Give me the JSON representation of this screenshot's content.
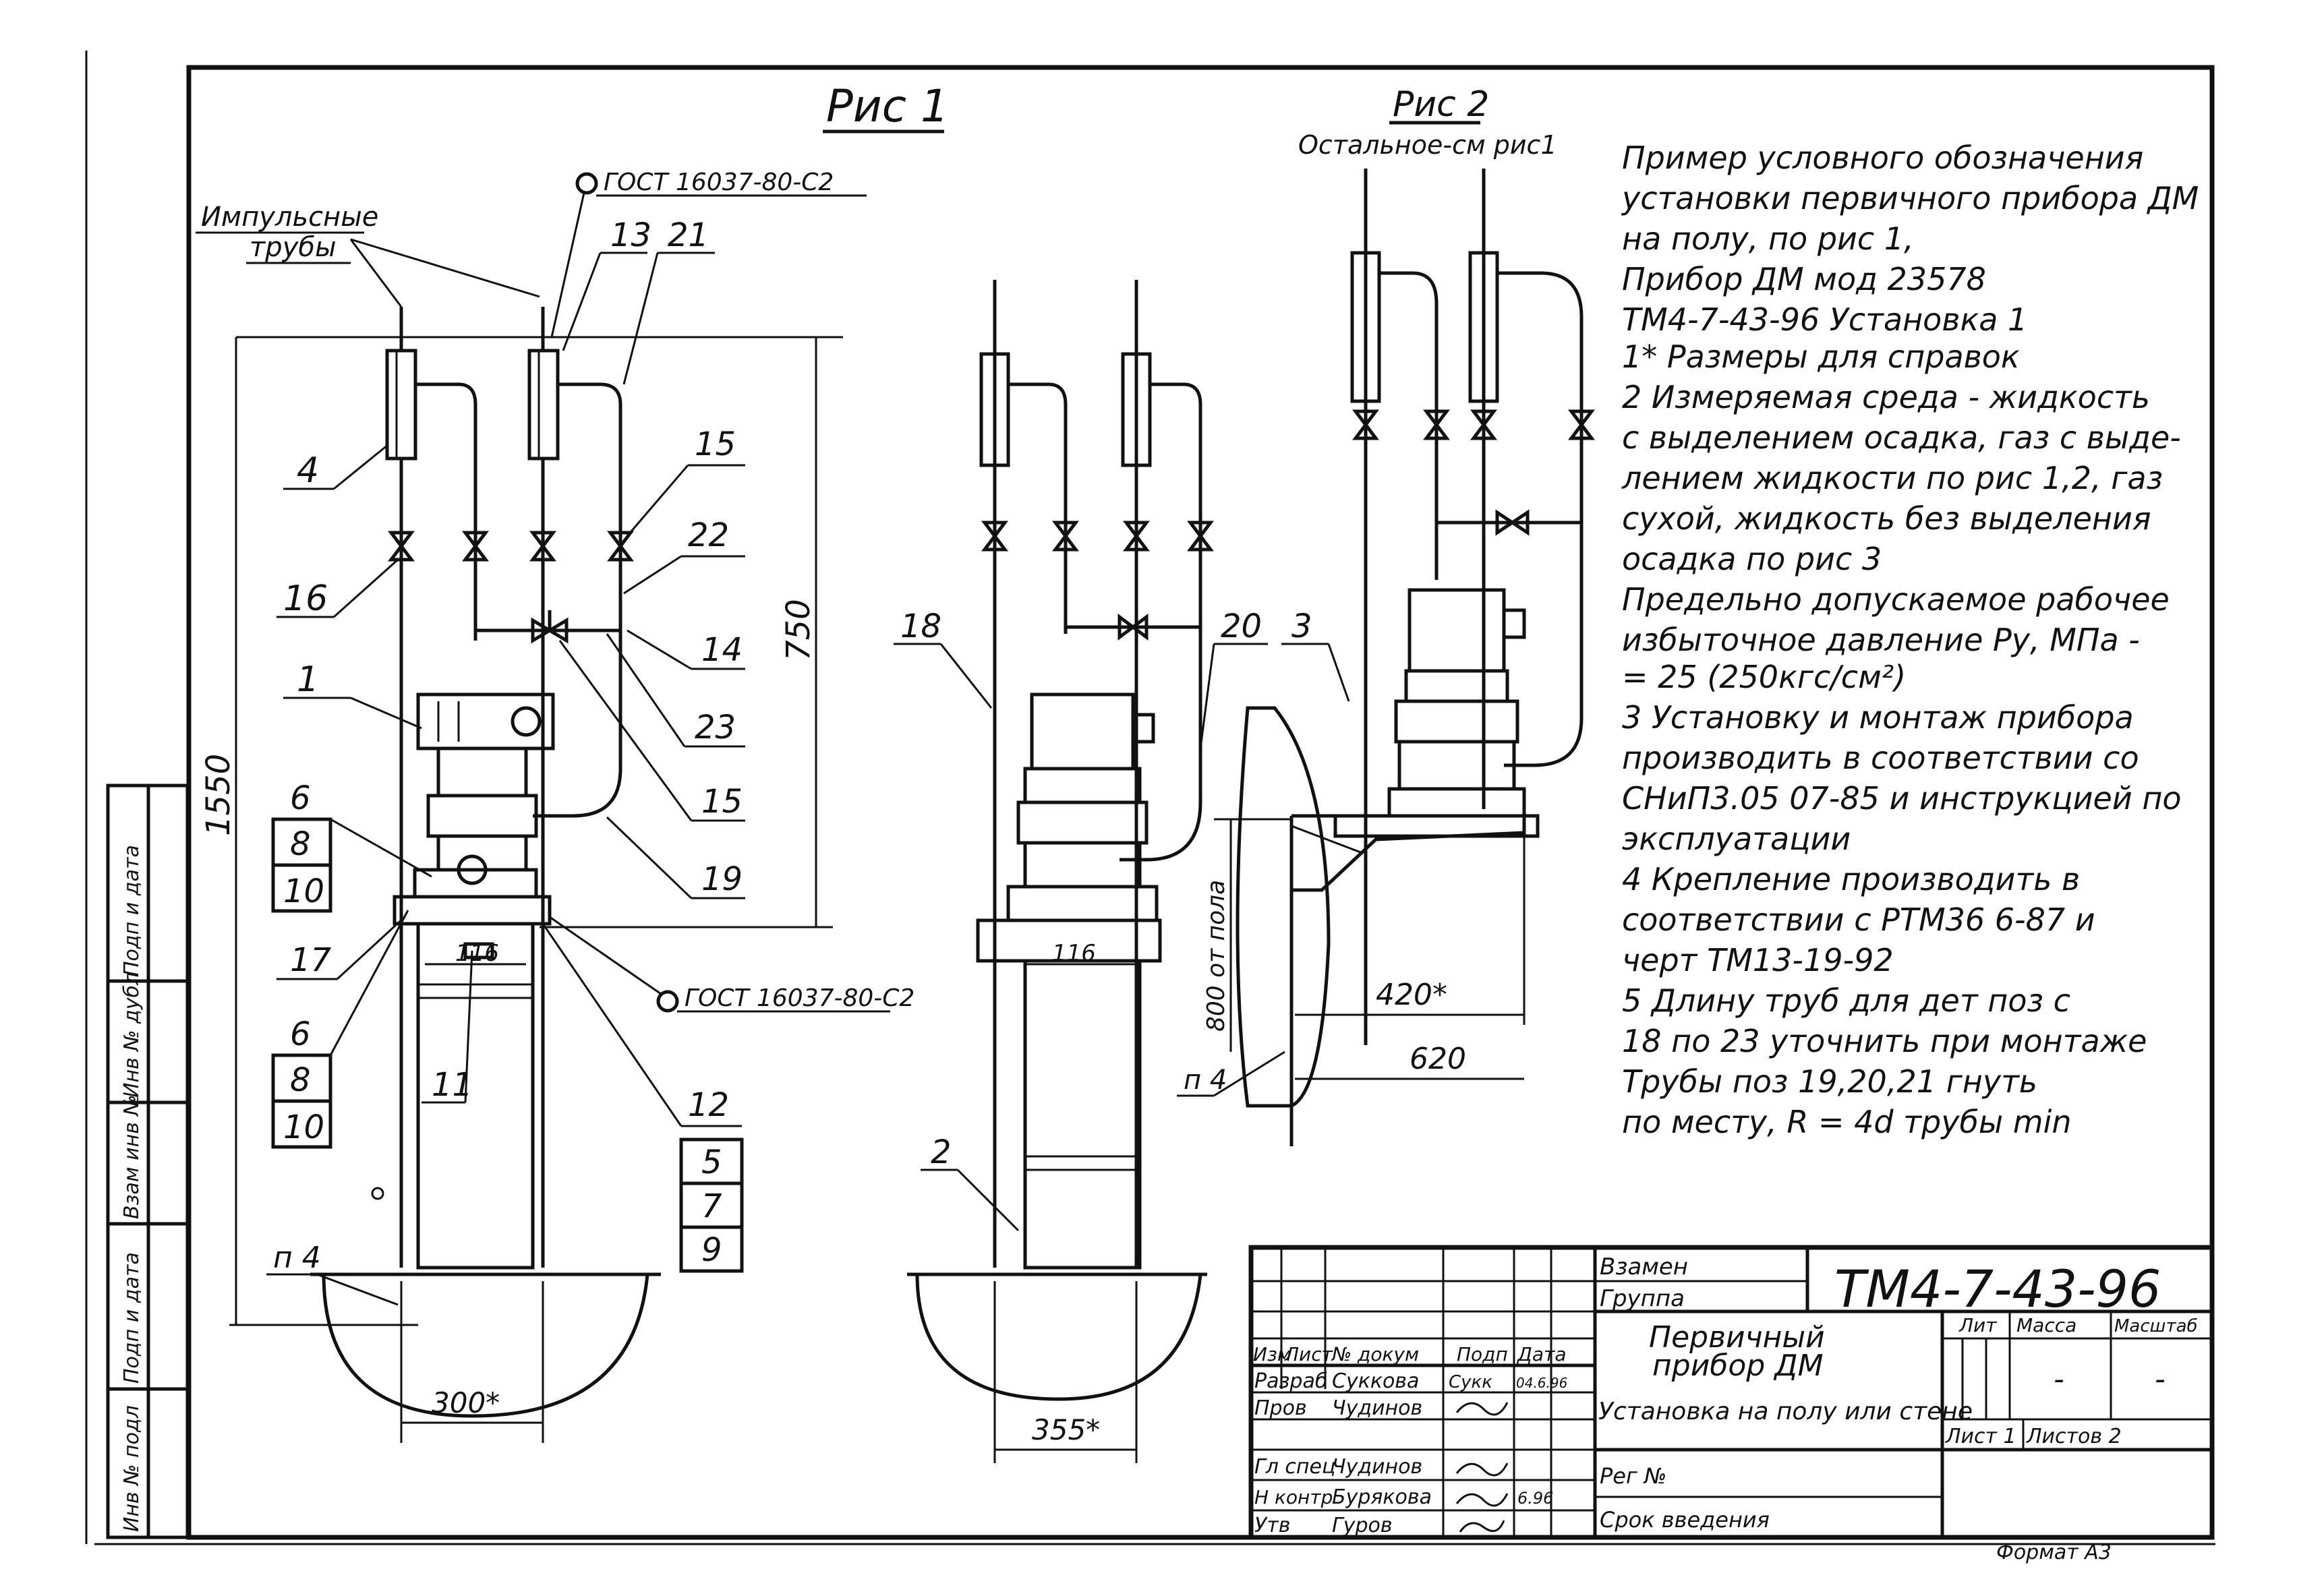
{
  "fig1": {
    "title": "Рис 1",
    "impulse_tubes": [
      "Импульсные",
      "трубы"
    ],
    "gost_top": "ГОСТ 16037-80-С2",
    "gost_bottom": "ГОСТ 16037-80-С2",
    "dim_750": "750",
    "dim_1550": "1550",
    "dim_116": "116",
    "dim_300": "300*",
    "floor_note": "п 4",
    "labels": {
      "l1": "1",
      "l4": "4",
      "l16": "16",
      "l6a": "6",
      "l8a": "8",
      "l10a": "10",
      "l17": "17",
      "l6b": "6",
      "l8b": "8",
      "l10b": "10",
      "l11": "11",
      "l13": "13",
      "l21": "21",
      "l15a": "15",
      "l22": "22",
      "l14": "14",
      "l23": "23",
      "l15b": "15",
      "l19": "19",
      "l12": "12",
      "l5": "5",
      "l7": "7",
      "l9": "9"
    }
  },
  "fig_mid": {
    "labels": {
      "l18": "18",
      "l20": "20",
      "l2": "2"
    },
    "dim_116": "116",
    "dim_355": "355*"
  },
  "fig2": {
    "title": "Рис 2",
    "subtitle": "Остальное-см рис1",
    "l3": "3",
    "wall_note": "п 4",
    "floor_height": "800 от пола",
    "dim_420": "420*",
    "dim_620": "620"
  },
  "notes": [
    "Пример условного обозначения",
    "установки первичного прибора ДМ",
    "на полу, по рис 1,",
    " Прибор ДМ мод 23578",
    " ТМ4-7-43-96    Установка 1",
    " 1* Размеры для справок",
    " 2 Измеряемая среда - жидкость",
    "с выделением осадка, газ с выде-",
    "лением жидкости по рис 1,2, газ",
    "сухой, жидкость без выделения",
    "осадка по рис 3",
    "Предельно допускаемое рабочее",
    "избыточное давление Ру, МПа -",
    "= 25 (250кгс/см²)",
    "3 Установку и монтаж прибора",
    "производить в соответствии со",
    "СНиП3.05 07-85 и инструкцией по",
    "эксплуатации",
    " 4 Крепление производить в",
    "соответствии с РТМ36 6-87 и",
    "черт ТМ13-19-92",
    " 5 Длину труб для дет поз с",
    "18 по 23 уточнить при монтаже",
    "Трубы    поз 19,20,21 гнуть",
    "по месту,  R = 4d трубы min"
  ],
  "title_block": {
    "doc_number": "ТМ4-7-43-96",
    "replaces": "Взамен",
    "group": "Группа",
    "name_line1": "Первичный",
    "name_line2": "прибор ДМ",
    "name_line3": "Установка на полу или стене",
    "hdr_izm": "Изм",
    "hdr_list": "Лист",
    "hdr_doc": "№ докум",
    "hdr_sign": "Подп",
    "hdr_date": "Дата",
    "role_dev": "Разраб",
    "person_dev": "Суккова",
    "sign_dev": "Сукк",
    "date_dev": "04.6.96",
    "role_check": "Пров",
    "person_check": "Чудинов",
    "role_spec": "Гл спец",
    "person_spec": "Чудинов",
    "role_norm": "Н контр",
    "person_norm": "Бурякова",
    "date_norm": "6.96",
    "role_appr": "Утв",
    "person_appr": "Гуров",
    "lit": "Лит",
    "mass": "Масса",
    "scale": "Масштаб",
    "mass_val": "-",
    "scale_val": "-",
    "sheet": "Лист 1",
    "sheets": "Листов 2",
    "reg": "Рег №",
    "term": "Срок введения",
    "format": "Формат А3"
  },
  "side_stamp": [
    "Инв № подл",
    "Подп и дата",
    "Взам инв №",
    "Инв № дубл",
    "Подп и дата"
  ]
}
